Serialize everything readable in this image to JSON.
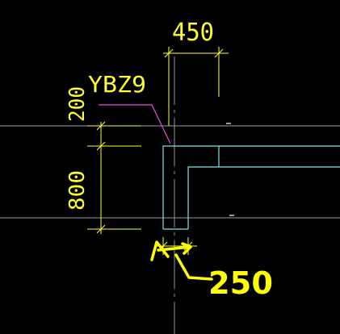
{
  "drawing": {
    "colors": {
      "background": "#000000",
      "axis": "#9a9a9a",
      "wall": "#7fe3e3",
      "dimension": "#ffff33",
      "leader": "#e64ae6",
      "annotation": "#ffff00"
    },
    "column_label": "YBZ9",
    "dimensions": {
      "top_width": "450",
      "left_upper": "200",
      "left_lower": "800"
    },
    "handwritten_note": "250"
  }
}
